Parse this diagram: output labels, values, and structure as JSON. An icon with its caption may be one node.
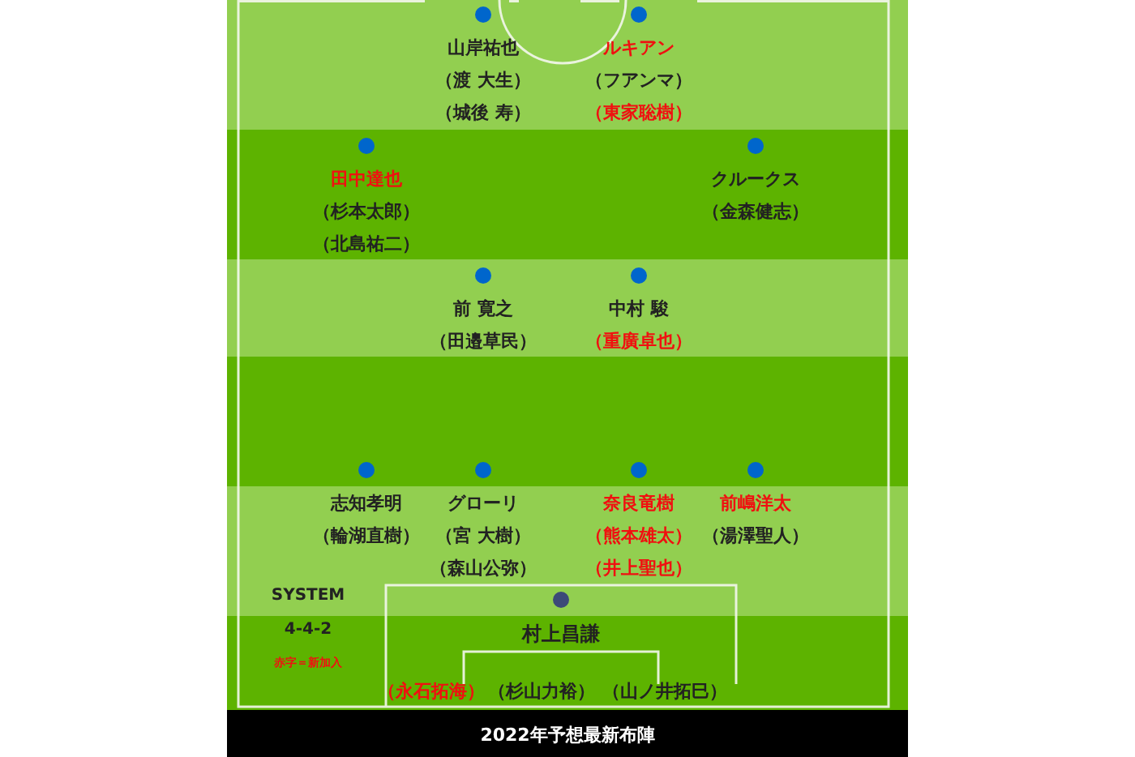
{
  "diagram": {
    "caption": "2022年予想最新布陣",
    "nodes": [
      {
        "text": [
          "山岸祐也",
          "（渡 大生）",
          "（城後 寿）"
        ]
      },
      {
        "text": [
          "ルキアン",
          "（フアンマ）",
          "（東家聡樹）"
        ]
      },
      {
        "text": [
          "田中達也",
          "（杉本太郎）",
          "（北島祐二）"
        ]
      },
      {
        "text": [
          "クルークス",
          "（金森健志）"
        ]
      },
      {
        "text": [
          "前 寛之",
          "（田邉草民）"
        ]
      },
      {
        "text": [
          "中村 駿",
          "（重廣卓也）"
        ]
      },
      {
        "text": [
          "志知孝明",
          "（輪湖直樹）"
        ]
      },
      {
        "text": [
          "グローリ",
          "（宮 大樹）",
          "（森山公弥）"
        ]
      },
      {
        "text": [
          "奈良竜樹",
          "（熊本雄太）",
          "（井上聖也）"
        ]
      },
      {
        "text": [
          "前嶋洋太",
          "（湯澤聖人）"
        ]
      },
      {
        "text": [
          "村上昌謙",
          "（永石拓海）",
          "（杉山力裕）",
          "（山ノ井拓巳）"
        ]
      }
    ],
    "labels": [
      "SYSTEM",
      "4-4-2",
      "赤字＝新加入"
    ]
  }
}
